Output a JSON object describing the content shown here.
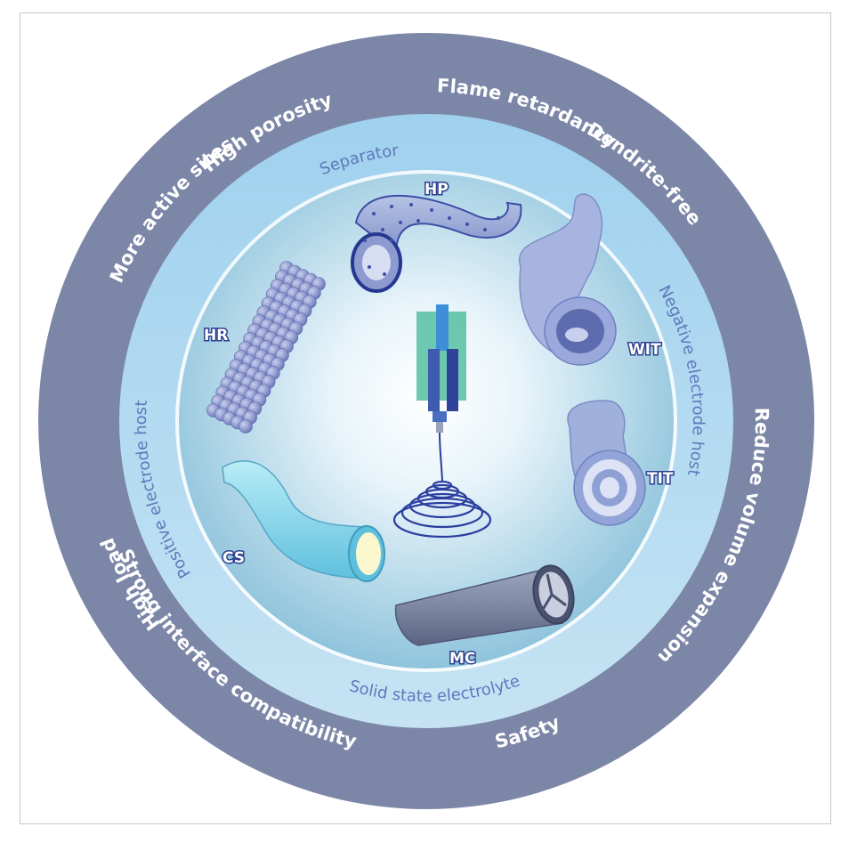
{
  "outer_ring": {
    "high_porosity": "High porosity",
    "flame_retardancy": "Flame retardancy",
    "dendrite_free": "Dendrite-free",
    "reduce_volume_expansion": "Reduce volume expansion",
    "safety": "Safety",
    "strong_interface": "Strong interface compatibility",
    "high_load": "High load",
    "more_active_sites": "More active sites"
  },
  "middle_ring": {
    "separator": "Separator",
    "negative_electrode_host": "Negative electrode   host",
    "solid_state_electrolyte": "Solid state electrolyte",
    "positive_electrode_host": "Positive electrode   host"
  },
  "structures": {
    "hp": "HP",
    "wit": "WIT",
    "tit": "TIT",
    "mc": "MC",
    "cs": "CS",
    "hr": "HR"
  },
  "colors": {
    "outer_ring": "#7c86a7",
    "middle_ring": "#b9ddf2",
    "inner_disc": "#a7d3e8",
    "accent_blue": "#5e78bc"
  }
}
